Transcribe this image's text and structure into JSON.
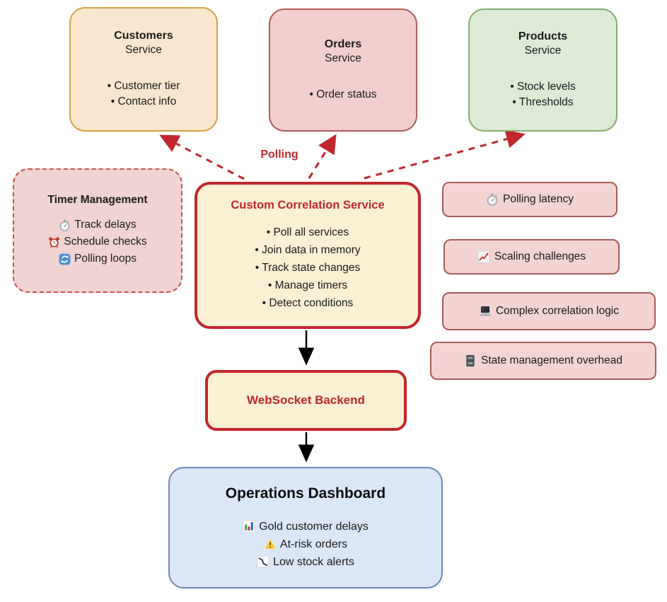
{
  "diagram": {
    "polling_label": "Polling",
    "colors": {
      "accent_red": "#c1272d",
      "service_orange_fill": "#f8e7ce",
      "service_orange_border": "#d2a242",
      "service_pink_fill": "#f2cfce",
      "service_pink_border": "#ae5b59",
      "service_green_fill": "#dcead6",
      "service_green_border": "#84aa6b",
      "warning_pill_fill": "#f3d4d3",
      "warning_pill_border": "#a85c58",
      "core_fill": "#faf0d3",
      "dashboard_fill": "#dbe6f7",
      "dashboard_border": "#6e87c0"
    },
    "nodes": {
      "customers": {
        "title": "Customers",
        "subtitle": "Service",
        "bullets": [
          "• Customer tier",
          "• Contact info"
        ]
      },
      "orders": {
        "title": "Orders",
        "subtitle": "Service",
        "bullets": [
          "• Order status"
        ]
      },
      "products": {
        "title": "Products",
        "subtitle": "Service",
        "bullets": [
          "• Stock levels",
          "• Thresholds"
        ]
      },
      "timer": {
        "title": "Timer Management",
        "items": [
          {
            "icon": "stopwatch-icon",
            "label": "Track delays"
          },
          {
            "icon": "alarm-clock-icon",
            "label": "Schedule checks"
          },
          {
            "icon": "refresh-icon",
            "label": "Polling loops"
          }
        ]
      },
      "correlation": {
        "title": "Custom Correlation Service",
        "bullets": [
          "• Poll all services",
          "• Join data in memory",
          "• Track state changes",
          "• Manage timers",
          "• Detect conditions"
        ]
      },
      "websocket": {
        "title": "WebSocket Backend"
      },
      "dashboard": {
        "title": "Operations Dashboard",
        "items": [
          {
            "icon": "bar-chart-icon",
            "label": "Gold customer delays"
          },
          {
            "icon": "warning-icon",
            "label": "At-risk orders"
          },
          {
            "icon": "chart-down-icon",
            "label": "Low stock alerts"
          }
        ]
      }
    },
    "challenges": [
      {
        "icon": "stopwatch-icon",
        "label": "Polling latency"
      },
      {
        "icon": "chart-up-icon",
        "label": "Scaling challenges"
      },
      {
        "icon": "laptop-icon",
        "label": "Complex correlation logic"
      },
      {
        "icon": "file-cabinet-icon",
        "label": "State management overhead"
      }
    ]
  }
}
